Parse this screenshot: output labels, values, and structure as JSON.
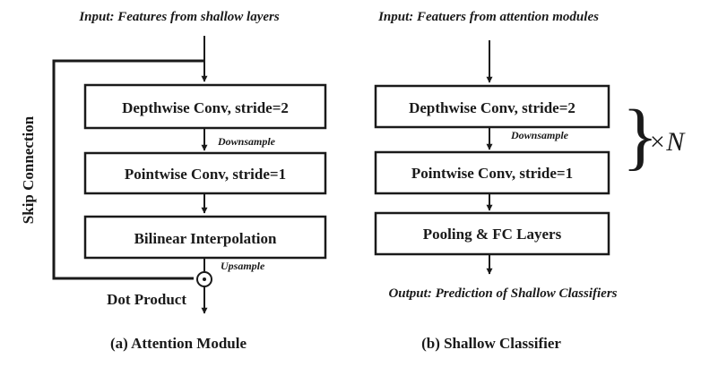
{
  "attention_module": {
    "input_label": "Input: Features from shallow layers",
    "boxes": {
      "depthwise": "Depthwise Conv, stride=2",
      "pointwise": "Pointwise Conv, stride=1",
      "bilinear": "Bilinear Interpolation"
    },
    "downsample_label": "Downsample",
    "upsample_label": "Upsample",
    "skip_connection_label": "Skip Connection",
    "dot_product_label": "Dot Product",
    "dot_symbol": "⊙",
    "caption": "(a) Attention Module"
  },
  "shallow_classifier": {
    "input_label": "Input: Featuers from attention modules",
    "boxes": {
      "depthwise": "Depthwise Conv, stride=2",
      "pointwise": "Pointwise Conv, stride=1",
      "pooling": "Pooling & FC Layers"
    },
    "downsample_label": "Downsample",
    "brace_symbol": "}",
    "repeat_label": "×N",
    "output_label": "Output: Prediction of Shallow Classifiers",
    "caption": "(b) Shallow Classifier"
  },
  "colors": {
    "stroke": "#1a1a1a",
    "text": "#1a1a1a",
    "background": "#ffffff"
  }
}
